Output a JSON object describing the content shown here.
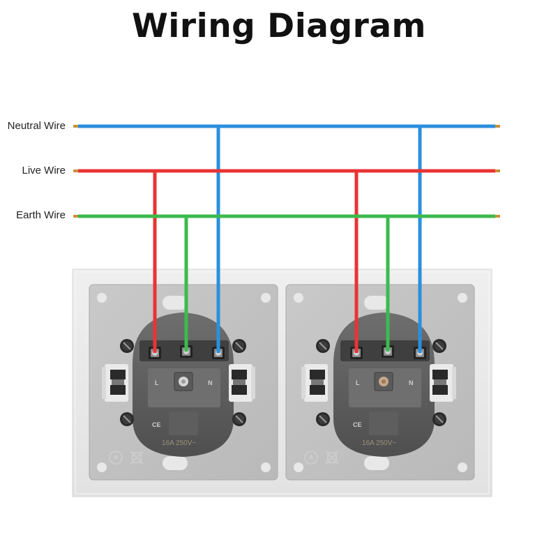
{
  "title": "Wiring Diagram",
  "wires": [
    {
      "id": "neutral",
      "label": "Neutral Wire",
      "color": "#2b8fde"
    },
    {
      "id": "live",
      "label": "Live Wire",
      "color": "#e83434"
    },
    {
      "id": "earth",
      "label": "Earth Wire",
      "color": "#3cba4d"
    }
  ],
  "sockets": [
    {
      "id": "left",
      "rating": "16A 250V~",
      "terminal_live": "L",
      "terminal_neutral": "N",
      "cert": "CE"
    },
    {
      "id": "right",
      "rating": "16A 250V~",
      "terminal_live": "L",
      "terminal_neutral": "N",
      "cert": "CE"
    }
  ]
}
